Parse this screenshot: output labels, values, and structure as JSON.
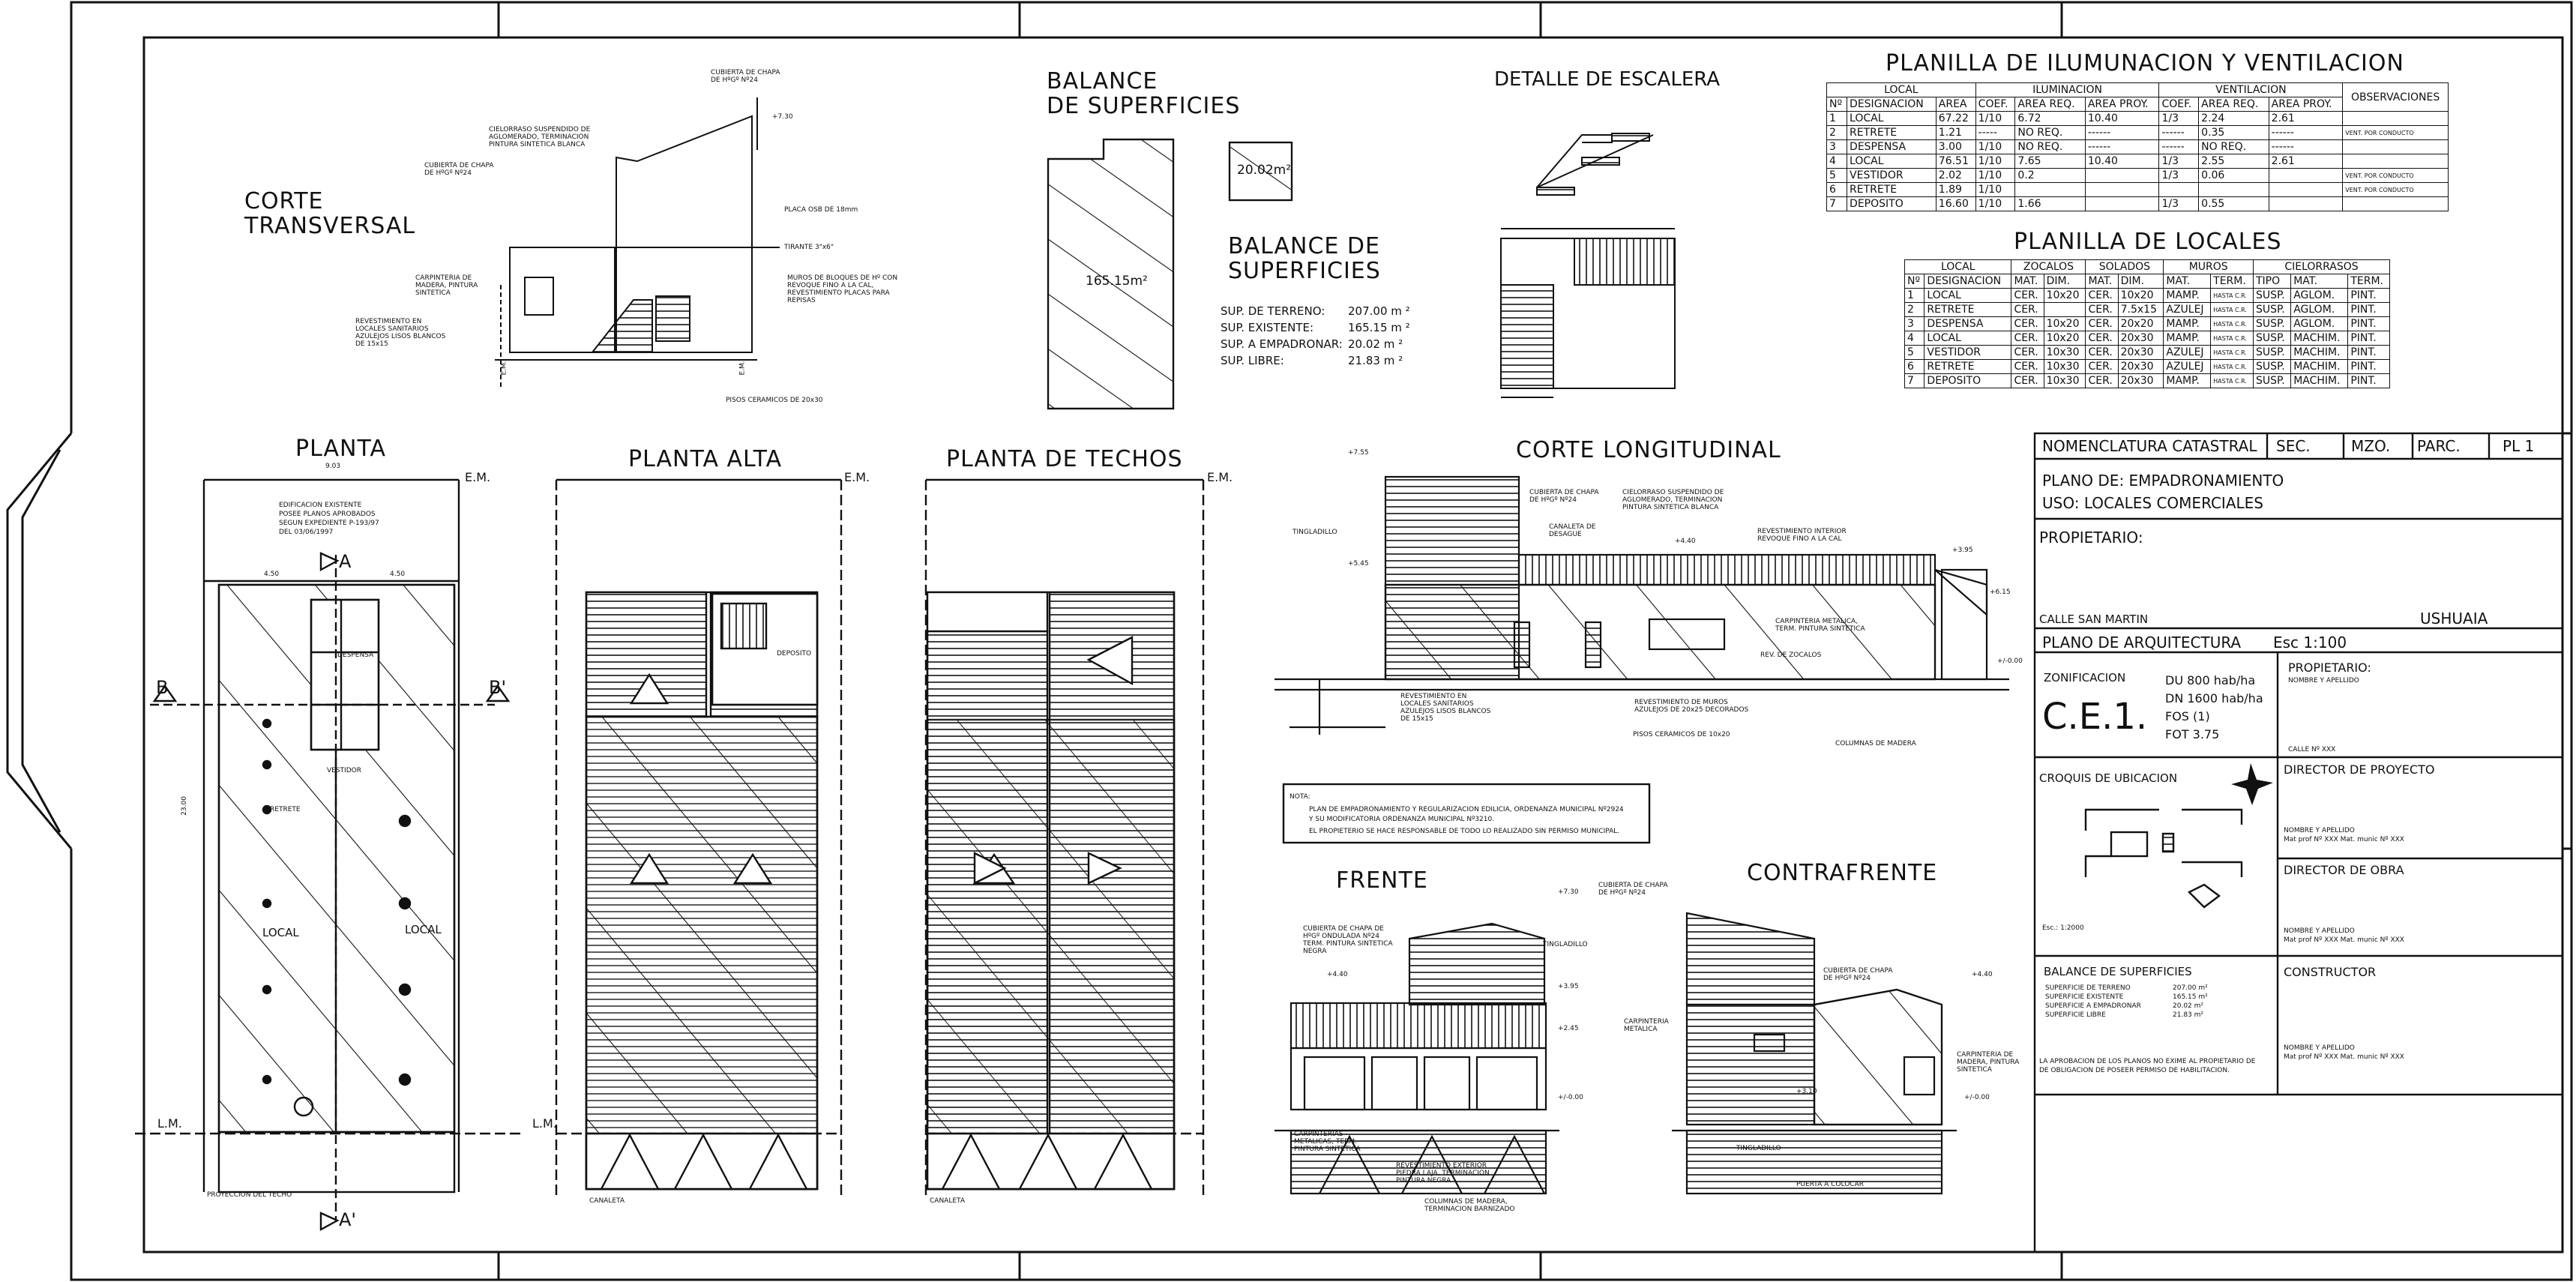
{
  "titles": {
    "corte_transversal": "CORTE\nTRANSVERSAL",
    "balance_superficies_1": "BALANCE\nDE SUPERFICIES",
    "balance_superficies_2": "BALANCE DE\nSUPERFICIES",
    "detalle_escalera": "DETALLE DE ESCALERA",
    "planta": "PLANTA",
    "planta_alta": "PLANTA ALTA",
    "planta_techos": "PLANTA DE TECHOS",
    "corte_longitudinal": "CORTE LONGITUDINAL",
    "frente": "FRENTE",
    "contrafrente": "CONTRAFRENTE",
    "planilla_iluminacion": "PLANILLA DE ILUMUNACION Y VENTILACION",
    "planilla_locales": "PLANILLA DE LOCALES"
  },
  "balance": {
    "area_main": "165.15m²",
    "area_small": "20.02m²",
    "rows": [
      {
        "label": "SUP. DE TERRENO:",
        "value": "207.00 m ²"
      },
      {
        "label": "SUP. EXISTENTE:",
        "value": "165.15 m ²"
      },
      {
        "label": "SUP. A EMPADRONAR:",
        "value": "20.02 m ²"
      },
      {
        "label": "SUP. LIBRE:",
        "value": "21.83 m ²"
      }
    ]
  },
  "illum_table": {
    "groups": [
      "LOCAL",
      "ILUMINACION",
      "VENTILACION",
      "OBSERVACIONES"
    ],
    "headers": [
      "Nº",
      "DESIGNACION",
      "AREA",
      "COEF.",
      "AREA REQ.",
      "AREA PROY.",
      "COEF.",
      "AREA REQ.",
      "AREA PROY."
    ],
    "rows": [
      [
        "1",
        "LOCAL",
        "67.22",
        "1/10",
        "6.72",
        "10.40",
        "1/3",
        "2.24",
        "2.61",
        ""
      ],
      [
        "2",
        "RETRETE",
        "1.21",
        "-----",
        "NO REQ.",
        "------",
        "------",
        "0.35",
        "------",
        "VENT. POR CONDUCTO"
      ],
      [
        "3",
        "DESPENSA",
        "3.00",
        "1/10",
        "NO REQ.",
        "------",
        "------",
        "NO REQ.",
        "------",
        ""
      ],
      [
        "4",
        "LOCAL",
        "76.51",
        "1/10",
        "7.65",
        "10.40",
        "1/3",
        "2.55",
        "2.61",
        ""
      ],
      [
        "5",
        "VESTIDOR",
        "2.02",
        "1/10",
        "0.2",
        "",
        "1/3",
        "0.06",
        "",
        "VENT. POR CONDUCTO"
      ],
      [
        "6",
        "RETRETE",
        "1.89",
        "1/10",
        "",
        "",
        "",
        "",
        "",
        "VENT. POR CONDUCTO"
      ],
      [
        "7",
        "DEPOSITO",
        "16.60",
        "1/10",
        "1.66",
        "",
        "1/3",
        "0.55",
        "",
        ""
      ]
    ]
  },
  "locales_table": {
    "groups": [
      "LOCAL",
      "ZOCALOS",
      "SOLADOS",
      "MUROS",
      "CIELORRASOS"
    ],
    "headers": [
      "Nº",
      "DESIGNACION",
      "MAT.",
      "DIM.",
      "MAT.",
      "DIM.",
      "MAT.",
      "TERM.",
      "TIPO",
      "MAT.",
      "TERM."
    ],
    "rows": [
      [
        "1",
        "LOCAL",
        "CER.",
        "10x20",
        "CER.",
        "10x20",
        "MAMP.",
        "HASTA C.R.",
        "SUSP.",
        "AGLOM.",
        "PINT."
      ],
      [
        "2",
        "RETRETE",
        "CER.",
        "",
        "CER.",
        "7.5x15",
        "AZULEJ",
        "HASTA C.R.",
        "SUSP.",
        "AGLOM.",
        "PINT."
      ],
      [
        "3",
        "DESPENSA",
        "CER.",
        "10x20",
        "CER.",
        "20x20",
        "MAMP.",
        "HASTA C.R.",
        "SUSP.",
        "AGLOM.",
        "PINT."
      ],
      [
        "4",
        "LOCAL",
        "CER.",
        "10x20",
        "CER.",
        "20x30",
        "MAMP.",
        "HASTA C.R.",
        "SUSP.",
        "MACHIM.",
        "PINT."
      ],
      [
        "5",
        "VESTIDOR",
        "CER.",
        "10x30",
        "CER.",
        "20x30",
        "AZULEJ",
        "HASTA C.R.",
        "SUSP.",
        "MACHIM.",
        "PINT."
      ],
      [
        "6",
        "RETRETE",
        "CER.",
        "10x30",
        "CER.",
        "20x30",
        "AZULEJ",
        "HASTA C.R.",
        "SUSP.",
        "MACHIM.",
        "PINT."
      ],
      [
        "7",
        "DEPOSITO",
        "CER.",
        "10x30",
        "CER.",
        "20x30",
        "MAMP.",
        "HASTA C.R.",
        "SUSP.",
        "MACHIM.",
        "PINT."
      ]
    ]
  },
  "cartouche": {
    "nomenclatura": "NOMENCLATURA CATASTRAL",
    "sec": "SEC.",
    "mzo": "MZO.",
    "parc": "PARC.",
    "pl": "PL 1",
    "plano_de": "PLANO DE: EMPADRONAMIENTO",
    "uso": "USO: LOCALES COMERCIALES",
    "propietario": "PROPIETARIO:",
    "calle": "CALLE SAN MARTIN",
    "ciudad": "USHUAIA",
    "plano_arq": "PLANO DE ARQUITECTURA",
    "esc": "Esc    1:100",
    "zonificacion": "ZONIFICACION",
    "zona": "C.E.1.",
    "du": "DU  800 hab/ha",
    "dn": "DN  1600 hab/ha",
    "fos": "FOS (1)",
    "fot": "FOT 3.75",
    "propietario2": "PROPIETARIO:",
    "nombre_apellido": "NOMBRE Y APELLIDO",
    "calle_n": "CALLE Nº XXX",
    "croquis": "CROQUIS DE UBICACION",
    "esc_croquis": "Esc.: 1:2000",
    "dir_proyecto": "DIRECTOR DE PROYECTO",
    "dir_obra": "DIRECTOR DE OBRA",
    "constructor": "CONSTRUCTOR",
    "firma": "NOMBRE Y APELLIDO",
    "matricula": "Mat prof Nº XXX  Mat. munic Nº XXX",
    "balance_title": "BALANCE DE SUPERFICIES",
    "balance_rows": [
      {
        "label": "SUPERFICIE DE TERRENO",
        "value": "207.00 m²"
      },
      {
        "label": "SUPERFICIE EXISTENTE",
        "value": "165.15 m²"
      },
      {
        "label": "SUPERFICIE A EMPADRONAR",
        "value": "20.02 m²"
      },
      {
        "label": "SUPERFICIE LIBRE",
        "value": "21.83 m²"
      }
    ],
    "aprobacion": "LA APROBACION DE LOS PLANOS NO EXIME AL PROPIETARIO DE\nDE OBLIGACION DE POSEER PERMISO DE HABILITACION."
  },
  "nota": {
    "title": "NOTA:",
    "lines": [
      "PLAN DE EMPADRONAMIENTO Y REGULARIZACION EDILICIA, ORDENANZA MUNICIPAL Nº2924",
      "Y SU MODIFICATORIA ORDENANZA MUNICIPAL Nº3210.",
      "EL PROPIETERIO SE HACE RESPONSABLE DE TODO LO REALIZADO SIN PERMISO MUNICIPAL."
    ]
  },
  "labels": {
    "edificacion": "EDIFICACION EXISTENTE\nPOSEE PLANOS APROBADOS\nSEGUN EXPEDIENTE P-193/97\nDEL 03/06/1997",
    "local": "LOCAL",
    "deposito": "DEPOSITO",
    "vestidor": "VESTIDOR",
    "retrete": "RETRETE",
    "despensa": "DESPENSA",
    "proyeccion": "PROYECCION DEL TECHO",
    "canaleta": "CANALETA",
    "tinglado": "TINGLADILLO",
    "lm": "L.M.",
    "em": "E.M.",
    "a": "A",
    "a2": "A'",
    "b": "B",
    "b2": "B'",
    "dim_903": "9.03",
    "dim_450": "4.50",
    "dim_2300": "23.00",
    "cubierta": "CUBIERTA DE CHAPA\nDE HºGº Nº24",
    "cielorraso": "CIELORRASO SUSPENDIDO DE\nAGLOMERADO, TERMINACION\nPINTURA SINTETICA BLANCA",
    "placa": "PLACA OSB DE 18mm",
    "tirante": "TIRANTE 3\"x6\"",
    "muros": "MUROS DE BLOQUES DE Hº CON\nREVOQUE FINO A LA CAL,\nREVESTIMIENTO PLACAS PARA\nREPISAS",
    "carpinteria": "CARPINTERIA DE\nMADERA, PINTURA\nSINTETICA",
    "revestimiento": "REVESTIMIENTO EN\nLOCALES SANITARIOS\nAZULEJOS LISOS BLANCOS\nDE 15x15",
    "pisos": "PISOS CERAMICOS DE 20x30",
    "canaleta_desague": "CANALETA DE\nDESAGUE",
    "rev_interior": "REVESTIMIENTO INTERIOR\nREVOQUE FINO A LA CAL",
    "carp_metalica": "CARPINTERIA METALICA,\nTERM. PINTURA SINTETICA",
    "rev_zocalos": "REV. DE ZOCALOS",
    "rev_muros": "REVESTIMIENTO DE MUROS\nAZULEJOS DE 20x25 DECORADOS",
    "pisos2": "PISOS CERAMICOS DE 10x20",
    "columnas": "COLUMNAS DE MADERA",
    "rev_sanitarios": "REVESTIMIENTO EN\nLOCALES SANITARIOS\nAZULEJOS LISOS BLANCOS\nDE 15x15",
    "cub_ondulada": "CUBIERTA DE CHAPA DE\nHºGº ONDULADA Nº24\nTERM. PINTURA SINTETICA\nNEGRA",
    "carp_metalicas": "CARPINTERIAS\nMETALICAS, TERM.\nPINTURA SINTETICA",
    "rev_exterior": "REVESTIMIENTO EXTERIOR\nPIEDRA LAJA, TERMINACION\nPINTURA NEGRA",
    "col_madera": "COLUMNAS DE MADERA,\nTERMINACION BARNIZADO",
    "carp_metalica2": "CARPINTERIA\nMETALICA",
    "carp_madera": "CARPINTERIA DE\nMADERA, PINTURA\nSINTETICA",
    "puerta": "PUERTA A COLOCAR",
    "lvl_730": "+7.30",
    "lvl_440": "+4.40",
    "lvl_395": "+3.95",
    "lvl_245": "+2.45",
    "lvl_000": "+/-0.00",
    "lvl_755": "+7.55",
    "lvl_615": "+6.15",
    "lvl_545": "+5.45",
    "lvl_310": "+3.10"
  }
}
